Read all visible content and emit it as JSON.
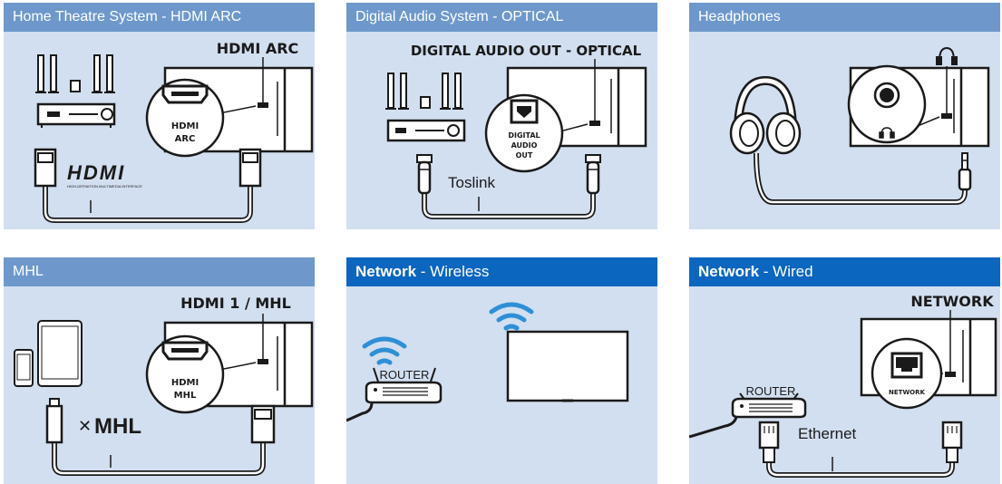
{
  "colors": {
    "header": "#6e98cb",
    "header_dark": "#0b66c0",
    "panel_bg": "#d2dff0",
    "wifi": "#2f8fd6",
    "line": "#1a1a1a"
  },
  "panels": [
    {
      "title": "Home Theatre System - HDMI ARC",
      "port_label": "HDMI ARC",
      "callout_line1": "HDMI",
      "callout_line2": "ARC",
      "logo": "HDMI",
      "logo_sub": "HIGH-DEFINITION MULTIMEDIA INTERFACE"
    },
    {
      "title": "Digital Audio System - OPTICAL",
      "port_label": "DIGITAL AUDIO OUT - OPTICAL",
      "callout_line1": "DIGITAL",
      "callout_line2": "AUDIO",
      "callout_line3": "OUT",
      "cable_label": "Toslink"
    },
    {
      "title": "Headphones"
    },
    {
      "title": "MHL",
      "port_label": "HDMI 1 / MHL",
      "callout_line1": "HDMI",
      "callout_line2": "MHL",
      "logo": "MHL"
    },
    {
      "title_bold": "Network",
      "title_rest": " - Wireless",
      "router_label": "ROUTER"
    },
    {
      "title_bold": "Network",
      "title_rest": " - Wired",
      "port_label": "NETWORK",
      "callout_line1": "NETWORK",
      "router_label": "ROUTER",
      "cable_label": "Ethernet"
    }
  ]
}
